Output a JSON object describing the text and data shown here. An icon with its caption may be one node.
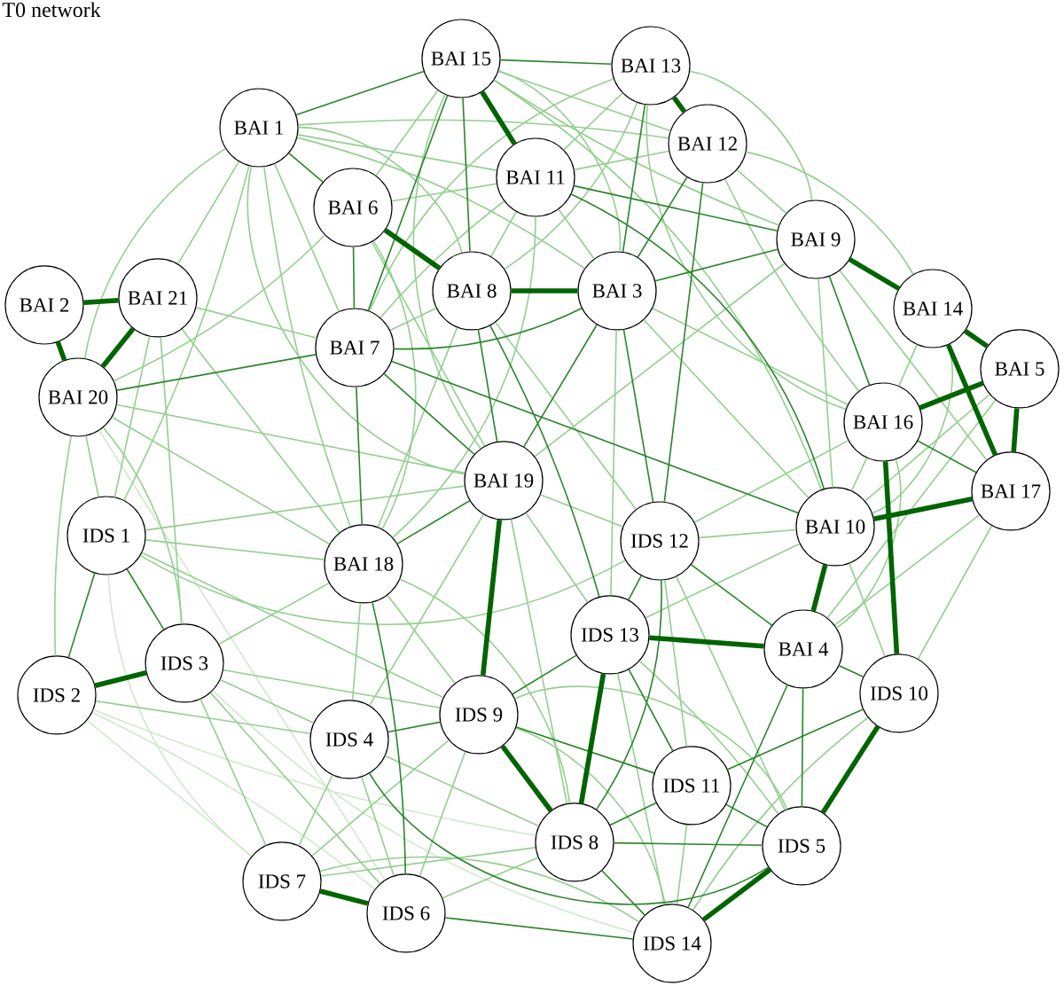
{
  "diagram": {
    "title": "T0 network",
    "nodes": [
      {
        "text": [
          "BAI 15"
        ]
      },
      {
        "text": [
          "BAI 13"
        ]
      },
      {
        "text": [
          "BAI 1"
        ]
      },
      {
        "text": [
          "BAI 12"
        ]
      },
      {
        "text": [
          "BAI 11"
        ]
      },
      {
        "text": [
          "BAI 6"
        ]
      },
      {
        "text": [
          "BAI 9"
        ]
      },
      {
        "text": [
          "BAI 8"
        ]
      },
      {
        "text": [
          "BAI 3"
        ]
      },
      {
        "text": [
          "BAI 2"
        ]
      },
      {
        "text": [
          "BAI 21"
        ]
      },
      {
        "text": [
          "BAI 14"
        ]
      },
      {
        "text": [
          "BAI 7"
        ]
      },
      {
        "text": [
          "BAI 5"
        ]
      },
      {
        "text": [
          "BAI 20"
        ]
      },
      {
        "text": [
          "BAI 16"
        ]
      },
      {
        "text": [
          "BAI 19"
        ]
      },
      {
        "text": [
          "BAI 17"
        ]
      },
      {
        "text": [
          "BAI 10"
        ]
      },
      {
        "text": [
          "IDS 1"
        ]
      },
      {
        "text": [
          "IDS 12"
        ]
      },
      {
        "text": [
          "BAI 18"
        ]
      },
      {
        "text": [
          "IDS 13"
        ]
      },
      {
        "text": [
          "BAI 4"
        ]
      },
      {
        "text": [
          "IDS 3"
        ]
      },
      {
        "text": [
          "IDS 10"
        ]
      },
      {
        "text": [
          "IDS 2"
        ]
      },
      {
        "text": [
          "IDS 9"
        ]
      },
      {
        "text": [
          "IDS 4"
        ]
      },
      {
        "text": [
          "IDS 11"
        ]
      },
      {
        "text": [
          "IDS 8"
        ]
      },
      {
        "text": [
          "IDS 5"
        ]
      },
      {
        "text": [
          "IDS 7"
        ]
      },
      {
        "text": [
          "IDS 6"
        ]
      },
      {
        "text": [
          "IDS 14"
        ]
      }
    ],
    "edges": [
      {
        "from": 9,
        "to": 10,
        "arrow": "none",
        "style": "thick",
        "color": "#006400"
      },
      {
        "from": 9,
        "to": 14,
        "arrow": "none",
        "style": "thick",
        "color": "#006400"
      },
      {
        "from": 10,
        "to": 14,
        "arrow": "none",
        "style": "thick",
        "color": "#006400"
      },
      {
        "from": 0,
        "to": 4,
        "arrow": "none",
        "style": "thick",
        "color": "#006400"
      },
      {
        "from": 1,
        "to": 3,
        "arrow": "none",
        "style": "thick",
        "color": "#006400"
      },
      {
        "from": 5,
        "to": 7,
        "arrow": "none",
        "style": "thick",
        "color": "#006400"
      },
      {
        "from": 7,
        "to": 8,
        "arrow": "none",
        "style": "thick",
        "color": "#006400"
      },
      {
        "from": 6,
        "to": 11,
        "arrow": "none",
        "style": "thick",
        "color": "#006400"
      },
      {
        "from": 11,
        "to": 13,
        "arrow": "none",
        "style": "thick",
        "color": "#006400"
      },
      {
        "from": 11,
        "to": 17,
        "arrow": "none",
        "style": "thick",
        "color": "#006400"
      },
      {
        "from": 15,
        "to": 13,
        "arrow": "none",
        "style": "thick",
        "color": "#006400"
      },
      {
        "from": 13,
        "to": 17,
        "arrow": "none",
        "style": "thick",
        "color": "#006400"
      },
      {
        "from": 18,
        "to": 17,
        "arrow": "none",
        "style": "thick",
        "color": "#006400"
      },
      {
        "from": 18,
        "to": 23,
        "arrow": "none",
        "style": "thick",
        "color": "#006400"
      },
      {
        "from": 15,
        "to": 25,
        "arrow": "none",
        "style": "thick",
        "color": "#006400"
      },
      {
        "from": 24,
        "to": 26,
        "arrow": "none",
        "style": "thick",
        "color": "#006400"
      },
      {
        "from": 32,
        "to": 33,
        "arrow": "none",
        "style": "thick",
        "color": "#006400"
      },
      {
        "from": 31,
        "to": 34,
        "arrow": "none",
        "style": "thick",
        "color": "#006400"
      },
      {
        "from": 25,
        "to": 31,
        "arrow": "none",
        "style": "thick",
        "color": "#006400"
      },
      {
        "from": 16,
        "to": 27,
        "arrow": "none",
        "style": "thick",
        "color": "#006400"
      },
      {
        "from": 27,
        "to": 30,
        "arrow": "none",
        "style": "thick",
        "color": "#006400"
      },
      {
        "from": 22,
        "to": 30,
        "arrow": "none",
        "style": "thick",
        "color": "#006400"
      },
      {
        "from": 22,
        "to": 23,
        "arrow": "none",
        "style": "thick",
        "color": "#006400"
      },
      {
        "from": 0,
        "to": 7,
        "arrow": "none",
        "color": "#2a852a"
      },
      {
        "from": 7,
        "to": 16,
        "arrow": "none",
        "color": "#2a852a"
      },
      {
        "from": 2,
        "to": 5,
        "arrow": "none",
        "color": "#2a852a"
      },
      {
        "from": 5,
        "to": 12,
        "arrow": "none",
        "color": "#2a852a"
      },
      {
        "from": 12,
        "to": 21,
        "arrow": "none",
        "color": "#2a852a"
      },
      {
        "from": 21,
        "to": 16,
        "arrow": "none",
        "color": "#2a852a"
      },
      {
        "from": 21,
        "to": 33,
        "arrow": "none",
        "color": "#2a852a"
      },
      {
        "from": 28,
        "to": 27,
        "arrow": "none",
        "color": "#2a852a"
      },
      {
        "from": 19,
        "to": 26,
        "arrow": "none",
        "color": "#2a852a"
      },
      {
        "from": 19,
        "to": 24,
        "arrow": "none",
        "color": "#2a852a"
      },
      {
        "from": 12,
        "to": 16,
        "arrow": "none",
        "color": "#2a852a"
      },
      {
        "from": 12,
        "to": 8,
        "arrow": "none",
        "color": "#2a852a"
      },
      {
        "from": 4,
        "to": 6,
        "arrow": "none",
        "color": "#2a852a"
      },
      {
        "from": 4,
        "to": 18,
        "arrow": "none",
        "color": "#2a852a"
      },
      {
        "from": 1,
        "to": 8,
        "arrow": "none",
        "color": "#2a852a"
      },
      {
        "from": 3,
        "to": 8,
        "arrow": "none",
        "color": "#2a852a"
      },
      {
        "from": 3,
        "to": 20,
        "arrow": "none",
        "color": "#2a852a"
      },
      {
        "from": 6,
        "to": 15,
        "arrow": "none",
        "color": "#2a852a"
      },
      {
        "from": 8,
        "to": 20,
        "arrow": "none",
        "color": "#2a852a"
      },
      {
        "from": 8,
        "to": 16,
        "arrow": "none",
        "color": "#2a852a"
      },
      {
        "from": 7,
        "to": 22,
        "arrow": "none",
        "color": "#2a852a"
      },
      {
        "from": 12,
        "to": 18,
        "arrow": "none",
        "color": "#2a852a"
      },
      {
        "from": 2,
        "to": 0,
        "arrow": "none",
        "color": "#2a852a"
      },
      {
        "from": 0,
        "to": 1,
        "arrow": "none",
        "color": "#2a852a"
      },
      {
        "from": 0,
        "to": 12,
        "arrow": "none",
        "color": "#2a852a"
      },
      {
        "from": 20,
        "to": 23,
        "arrow": "none",
        "color": "#2a852a"
      },
      {
        "from": 20,
        "to": 22,
        "arrow": "none",
        "color": "#2a852a"
      },
      {
        "from": 22,
        "to": 29,
        "arrow": "none",
        "color": "#2a852a"
      },
      {
        "from": 23,
        "to": 25,
        "arrow": "none",
        "color": "#2a852a"
      },
      {
        "from": 23,
        "to": 31,
        "arrow": "none",
        "color": "#2a852a"
      },
      {
        "from": 23,
        "to": 34,
        "arrow": "none",
        "color": "#2a852a"
      },
      {
        "from": 25,
        "to": 29,
        "arrow": "none",
        "color": "#2a852a"
      },
      {
        "from": 29,
        "to": 31,
        "arrow": "none",
        "color": "#2a852a"
      },
      {
        "from": 29,
        "to": 30,
        "arrow": "none",
        "color": "#2a852a"
      },
      {
        "from": 30,
        "to": 31,
        "arrow": "none",
        "color": "#2a852a"
      },
      {
        "from": 30,
        "to": 34,
        "arrow": "none",
        "color": "#2a852a"
      },
      {
        "from": 27,
        "to": 29,
        "arrow": "none",
        "color": "#2a852a"
      },
      {
        "from": 28,
        "to": 31,
        "arrow": "none",
        "color": "#2a852a"
      },
      {
        "from": 33,
        "to": 34,
        "arrow": "none",
        "color": "#2a852a"
      },
      {
        "from": 27,
        "to": 22,
        "arrow": "none",
        "color": "#2a852a"
      },
      {
        "from": 14,
        "to": 12,
        "arrow": "none",
        "color": "#2a852a"
      },
      {
        "from": 15,
        "to": 17,
        "arrow": "none",
        "color": "#2a852a"
      },
      {
        "from": 6,
        "to": 8,
        "arrow": "none",
        "color": "#2a852a"
      },
      {
        "from": 20,
        "to": 30,
        "arrow": "none",
        "color": "#2a852a"
      },
      {
        "from": 2,
        "to": 12,
        "arrow": "none"
      },
      {
        "from": 2,
        "to": 7,
        "arrow": "none"
      },
      {
        "from": 2,
        "to": 4,
        "arrow": "none"
      },
      {
        "from": 2,
        "to": 8,
        "arrow": "none"
      },
      {
        "from": 2,
        "to": 16,
        "arrow": "none"
      },
      {
        "from": 2,
        "to": 14,
        "arrow": "none"
      },
      {
        "from": 2,
        "to": 19,
        "arrow": "none"
      },
      {
        "from": 2,
        "to": 10,
        "arrow": "none"
      },
      {
        "from": 2,
        "to": 3,
        "arrow": "none"
      },
      {
        "from": 2,
        "to": 21,
        "arrow": "none"
      },
      {
        "from": 0,
        "to": 5,
        "arrow": "none"
      },
      {
        "from": 0,
        "to": 3,
        "arrow": "none"
      },
      {
        "from": 0,
        "to": 8,
        "arrow": "none"
      },
      {
        "from": 0,
        "to": 6,
        "arrow": "none"
      },
      {
        "from": 0,
        "to": 16,
        "arrow": "none"
      },
      {
        "from": 0,
        "to": 18,
        "arrow": "none"
      },
      {
        "from": 1,
        "to": 4,
        "arrow": "none"
      },
      {
        "from": 1,
        "to": 7,
        "arrow": "none"
      },
      {
        "from": 1,
        "to": 6,
        "arrow": "none"
      },
      {
        "from": 1,
        "to": 12,
        "arrow": "none"
      },
      {
        "from": 1,
        "to": 15,
        "arrow": "none"
      },
      {
        "from": 3,
        "to": 6,
        "arrow": "none"
      },
      {
        "from": 3,
        "to": 4,
        "arrow": "none"
      },
      {
        "from": 3,
        "to": 15,
        "arrow": "none"
      },
      {
        "from": 3,
        "to": 11,
        "arrow": "none"
      },
      {
        "from": 4,
        "to": 7,
        "arrow": "none"
      },
      {
        "from": 4,
        "to": 12,
        "arrow": "none"
      },
      {
        "from": 4,
        "to": 21,
        "arrow": "none"
      },
      {
        "from": 4,
        "to": 8,
        "arrow": "none"
      },
      {
        "from": 5,
        "to": 16,
        "arrow": "none"
      },
      {
        "from": 5,
        "to": 21,
        "arrow": "none"
      },
      {
        "from": 5,
        "to": 4,
        "arrow": "none"
      },
      {
        "from": 5,
        "to": 14,
        "arrow": "none"
      },
      {
        "from": 6,
        "to": 18,
        "arrow": "none"
      },
      {
        "from": 6,
        "to": 17,
        "arrow": "none"
      },
      {
        "from": 6,
        "to": 16,
        "arrow": "none"
      },
      {
        "from": 7,
        "to": 12,
        "arrow": "none"
      },
      {
        "from": 7,
        "to": 21,
        "arrow": "none"
      },
      {
        "from": 7,
        "to": 20,
        "arrow": "none"
      },
      {
        "from": 8,
        "to": 15,
        "arrow": "none"
      },
      {
        "from": 8,
        "to": 18,
        "arrow": "none"
      },
      {
        "from": 8,
        "to": 22,
        "arrow": "none"
      },
      {
        "from": 10,
        "to": 19,
        "arrow": "none"
      },
      {
        "from": 10,
        "to": 12,
        "arrow": "none"
      },
      {
        "from": 10,
        "to": 24,
        "arrow": "none"
      },
      {
        "from": 10,
        "to": 21,
        "arrow": "none"
      },
      {
        "from": 14,
        "to": 19,
        "arrow": "none"
      },
      {
        "from": 14,
        "to": 21,
        "arrow": "none"
      },
      {
        "from": 14,
        "to": 16,
        "arrow": "none"
      },
      {
        "from": 14,
        "to": 26,
        "arrow": "none"
      },
      {
        "from": 14,
        "to": 24,
        "arrow": "none"
      },
      {
        "from": 11,
        "to": 15,
        "arrow": "none"
      },
      {
        "from": 11,
        "to": 18,
        "arrow": "none"
      },
      {
        "from": 13,
        "to": 18,
        "arrow": "none"
      },
      {
        "from": 13,
        "to": 23,
        "arrow": "none"
      },
      {
        "from": 15,
        "to": 18,
        "arrow": "none"
      },
      {
        "from": 15,
        "to": 23,
        "arrow": "none"
      },
      {
        "from": 15,
        "to": 20,
        "arrow": "none"
      },
      {
        "from": 16,
        "to": 20,
        "arrow": "none"
      },
      {
        "from": 16,
        "to": 22,
        "arrow": "none"
      },
      {
        "from": 16,
        "to": 28,
        "arrow": "none"
      },
      {
        "from": 16,
        "to": 30,
        "arrow": "none"
      },
      {
        "from": 17,
        "to": 23,
        "arrow": "none"
      },
      {
        "from": 17,
        "to": 25,
        "arrow": "none"
      },
      {
        "from": 18,
        "to": 20,
        "arrow": "none"
      },
      {
        "from": 18,
        "to": 22,
        "arrow": "none"
      },
      {
        "from": 18,
        "to": 25,
        "arrow": "none"
      },
      {
        "from": 19,
        "to": 21,
        "arrow": "none"
      },
      {
        "from": 19,
        "to": 27,
        "arrow": "none"
      },
      {
        "from": 19,
        "to": 20,
        "arrow": "none"
      },
      {
        "from": 19,
        "to": 16,
        "arrow": "none"
      },
      {
        "from": 21,
        "to": 27,
        "arrow": "none"
      },
      {
        "from": 21,
        "to": 28,
        "arrow": "none"
      },
      {
        "from": 21,
        "to": 30,
        "arrow": "none"
      },
      {
        "from": 21,
        "to": 24,
        "arrow": "none"
      },
      {
        "from": 22,
        "to": 31,
        "arrow": "none"
      },
      {
        "from": 22,
        "to": 34,
        "arrow": "none"
      },
      {
        "from": 24,
        "to": 28,
        "arrow": "none"
      },
      {
        "from": 24,
        "to": 32,
        "arrow": "none"
      },
      {
        "from": 24,
        "to": 33,
        "arrow": "none"
      },
      {
        "from": 24,
        "to": 27,
        "arrow": "none"
      },
      {
        "from": 26,
        "to": 28,
        "arrow": "none"
      },
      {
        "from": 25,
        "to": 34,
        "arrow": "none"
      },
      {
        "from": 27,
        "to": 31,
        "arrow": "none"
      },
      {
        "from": 27,
        "to": 32,
        "arrow": "none"
      },
      {
        "from": 27,
        "to": 33,
        "arrow": "none"
      },
      {
        "from": 27,
        "to": 34,
        "arrow": "none"
      },
      {
        "from": 28,
        "to": 30,
        "arrow": "none"
      },
      {
        "from": 28,
        "to": 32,
        "arrow": "none"
      },
      {
        "from": 28,
        "to": 33,
        "arrow": "none"
      },
      {
        "from": 29,
        "to": 34,
        "arrow": "none"
      },
      {
        "from": 30,
        "to": 33,
        "arrow": "none"
      },
      {
        "from": 32,
        "to": 30,
        "arrow": "none"
      },
      {
        "from": 32,
        "to": 34,
        "arrow": "none"
      },
      {
        "from": 20,
        "to": 29,
        "arrow": "none"
      },
      {
        "from": 20,
        "to": 31,
        "arrow": "none"
      },
      {
        "from": 26,
        "to": 33,
        "arrow": "none",
        "color": "#cfe9ca"
      },
      {
        "from": 26,
        "to": 30,
        "arrow": "none",
        "color": "#cfe9ca"
      },
      {
        "from": 19,
        "to": 32,
        "arrow": "none",
        "color": "#cfe9ca"
      },
      {
        "from": 26,
        "to": 32,
        "arrow": "none",
        "color": "#cfe9ca"
      },
      {
        "from": 24,
        "to": 34,
        "arrow": "none",
        "color": "#cfe9ca"
      },
      {
        "from": 14,
        "to": 33,
        "arrow": "none",
        "color": "#cfe9ca"
      }
    ]
  }
}
